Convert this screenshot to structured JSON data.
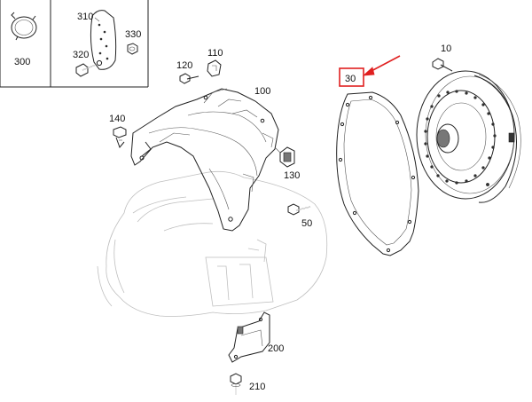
{
  "diagram": {
    "labels": {
      "p300": "300",
      "p310": "310",
      "p320": "320",
      "p330": "330",
      "p10": "10",
      "p110": "110",
      "p120": "120",
      "p100": "100",
      "p30": "30",
      "p140": "140",
      "p130": "130",
      "p50": "50",
      "p200": "200",
      "p210": "210"
    },
    "highlight_color": "#e02020",
    "line_color": "#222222",
    "ghost_color": "#bfbfbf"
  }
}
